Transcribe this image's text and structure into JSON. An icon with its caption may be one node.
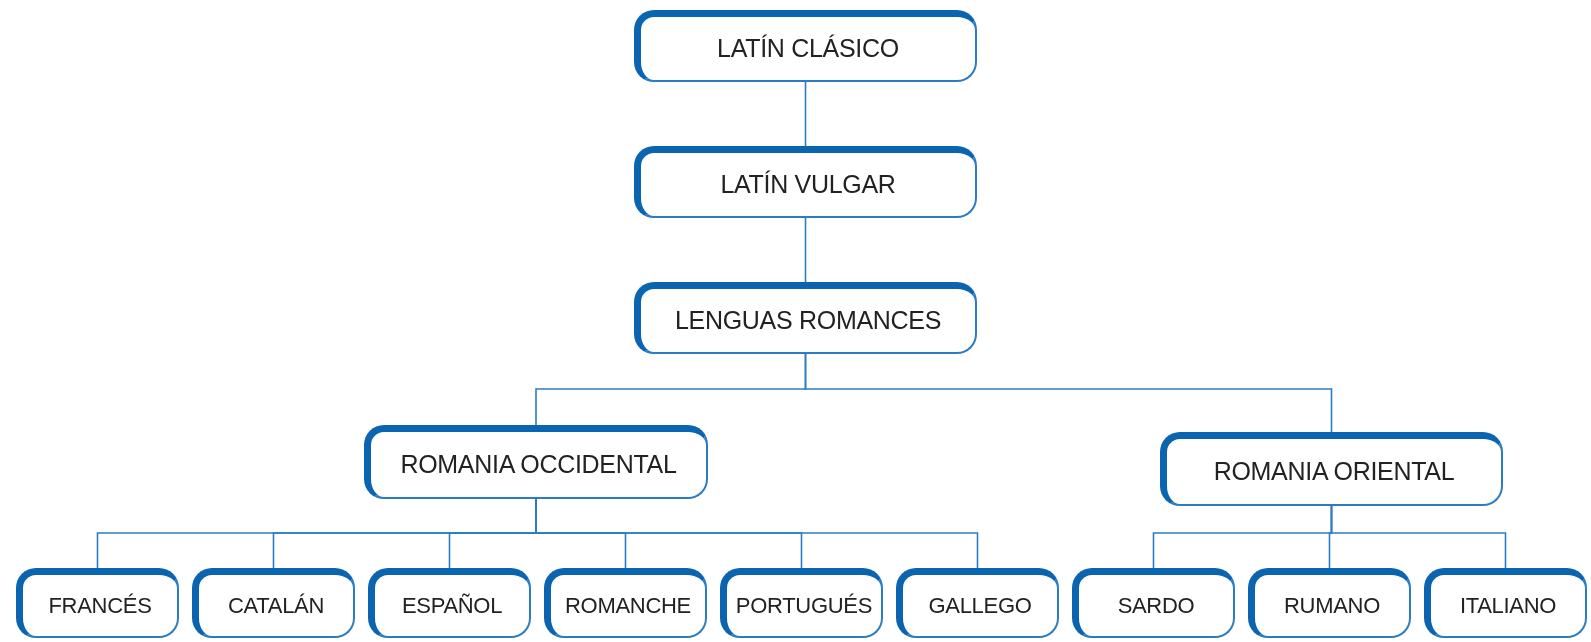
{
  "diagram": {
    "nodes": [
      {
        "text": [
          "LATÍN CLÁSICO"
        ]
      },
      {
        "text": [
          "LATÍN VULGAR"
        ]
      },
      {
        "text": [
          "LENGUAS ROMANCES"
        ]
      },
      {
        "text": [
          "ROMANIA OCCIDENTAL"
        ]
      },
      {
        "text": [
          "ROMANIA ORIENTAL"
        ]
      },
      {
        "text": [
          "FRANCÉS"
        ]
      },
      {
        "text": [
          "CATALÁN"
        ]
      },
      {
        "text": [
          "ESPAÑOL"
        ]
      },
      {
        "text": [
          "ROMANCHE"
        ]
      },
      {
        "text": [
          "PORTUGUÉS"
        ]
      },
      {
        "text": [
          "GALLEGO"
        ]
      },
      {
        "text": [
          "SARDO"
        ]
      },
      {
        "text": [
          "RUMANO"
        ]
      },
      {
        "text": [
          "ITALIANO"
        ]
      }
    ],
    "edges": [
      {
        "from": 0,
        "to": 1,
        "arrow": "none"
      },
      {
        "from": 1,
        "to": 2,
        "arrow": "none"
      },
      {
        "from": 2,
        "to": 3,
        "arrow": "none"
      },
      {
        "from": 2,
        "to": 4,
        "arrow": "none"
      },
      {
        "from": 3,
        "to": 5,
        "arrow": "none"
      },
      {
        "from": 3,
        "to": 6,
        "arrow": "none"
      },
      {
        "from": 3,
        "to": 7,
        "arrow": "none"
      },
      {
        "from": 3,
        "to": 8,
        "arrow": "none"
      },
      {
        "from": 3,
        "to": 9,
        "arrow": "none"
      },
      {
        "from": 3,
        "to": 10,
        "arrow": "none"
      },
      {
        "from": 4,
        "to": 11,
        "arrow": "none"
      },
      {
        "from": 4,
        "to": 12,
        "arrow": "none"
      },
      {
        "from": 4,
        "to": 13,
        "arrow": "none"
      }
    ]
  }
}
